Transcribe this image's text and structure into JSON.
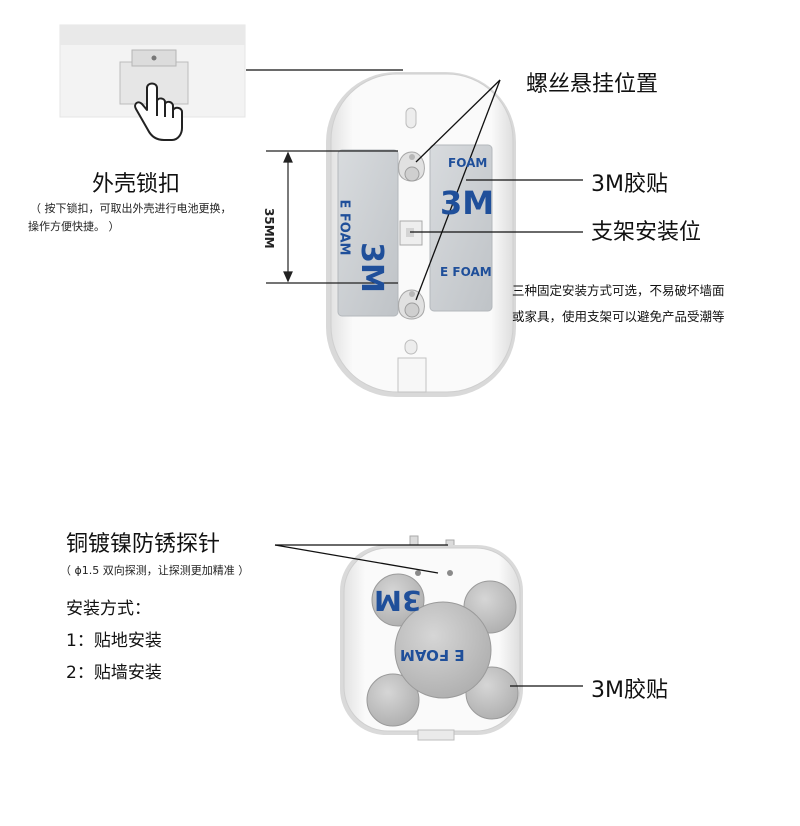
{
  "top_section": {
    "screw_label": "螺丝悬挂位置",
    "tape_label": "3M胶贴",
    "bracket_label": "支架安装位",
    "lock_title": "外壳锁扣",
    "lock_note_line1": "（ 按下锁扣，可取出外壳进行电池更换，",
    "lock_note_line2": "操作方便快捷。 ）",
    "dimension": "35MM",
    "install_note_line1": "三种固定安装方式可选，不易破坏墙面",
    "install_note_line2": "或家具，使用支架可以避免产品受潮等",
    "tape_print_1": "3M",
    "tape_print_2": "E FOAM",
    "tape_print_3": "3M",
    "tape_print_4": "FOAM"
  },
  "bottom_section": {
    "probe_title": "铜镀镍防锈探针",
    "probe_note": "（ ϕ1.5 双向探测，让探测更加精准 ）",
    "install_title": "安装方式：",
    "method_1": "1：贴地安装",
    "method_2": "2：贴墙安装",
    "tape_label": "3M胶贴",
    "tape_print_1": "3M",
    "tape_print_2": "E FOAM"
  },
  "colors": {
    "device_white": "#f4f4f4",
    "tape_gray": "#c9cdd1",
    "tape_blue": "#1f4f9a",
    "line": "#111111"
  }
}
